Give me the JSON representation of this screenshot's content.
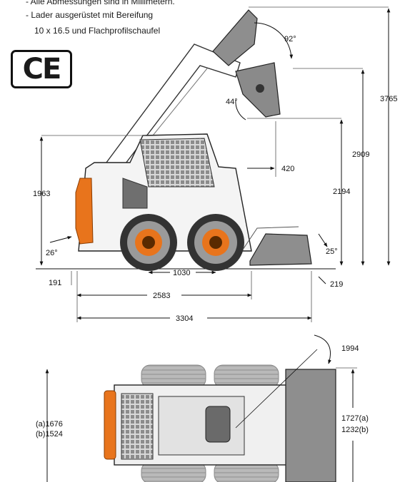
{
  "notes": [
    "- Alle Abmessungen sind in Millimetern.",
    "- Lader ausgerüstet mit Bereifung",
    "10 x 16.5 und Flachprofilschaufel"
  ],
  "ce_mark": "CE",
  "colors": {
    "accent_orange": "#e8741c",
    "line": "#1a1a1a",
    "grid_gray": "#9a9a9a"
  },
  "side_view": {
    "dims": {
      "angle_top": "92°",
      "angle_dump": "44°",
      "reach": "420",
      "max_height": "3765",
      "hinge_height": "2909",
      "dump_height": "2194",
      "cab_height": "1963",
      "angle_rear": "26°",
      "angle_front": "25°",
      "ground_clearance": "191",
      "wheelbase": "1030",
      "bucket_low": "219",
      "length_no_bucket": "2583",
      "length_total": "3304"
    }
  },
  "top_view": {
    "dims": {
      "turn_radius": "1994",
      "width_a": "(a)1676",
      "width_b": "(b)1524",
      "bucket_a": "1727(a)",
      "bucket_b": "1232(b)"
    }
  }
}
